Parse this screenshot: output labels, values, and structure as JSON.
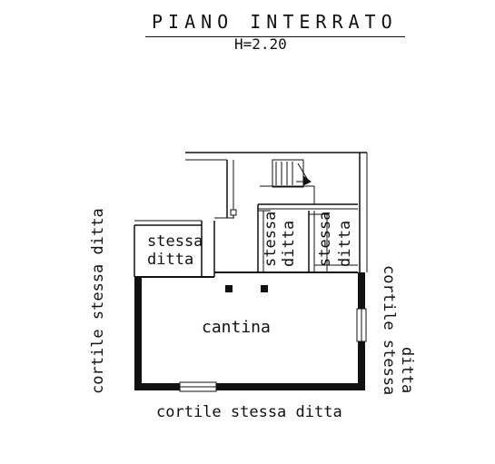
{
  "plan": {
    "title": "PIANO INTERRATO",
    "height_label": "H=2.20"
  },
  "labels": {
    "room_main": "cantina",
    "room_left_line1": "stessa",
    "room_left_line2": "ditta",
    "room_mid_line1": "stessa",
    "room_mid_line2": "ditta",
    "room_right_line1": "stessa",
    "room_right_line2": "ditta",
    "courtyard_bottom": "cortile stessa ditta",
    "courtyard_left": "cortile stessa ditta",
    "courtyard_right_line1": "cortile stessa",
    "courtyard_right_line2": "ditta"
  },
  "colors": {
    "ink": "#111111",
    "background": "#ffffff"
  }
}
